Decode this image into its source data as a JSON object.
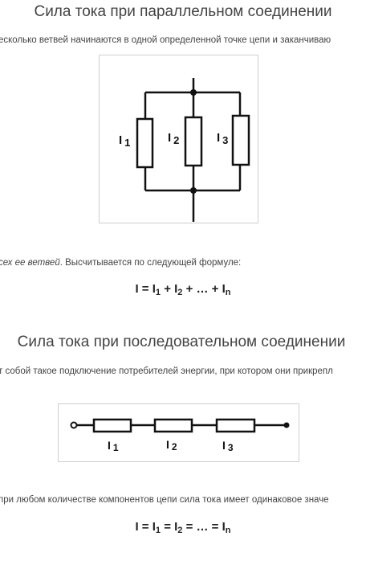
{
  "parallel": {
    "heading": "Сила тока при параллельном соединении",
    "intro": "есколько ветвей начинаются в одной определенной точке цепи и заканчиваю",
    "labels": {
      "i1_main": "I",
      "i1_sub": "1",
      "i2_main": "I",
      "i2_sub": "2",
      "i3_main": "I",
      "i3_sub": "3"
    },
    "text_italic": "сех ее ветвей",
    "text_rest": ". Высчитывается по следующей формуле:",
    "formula": {
      "a": "I = I",
      "s1": "1",
      "b": " + I",
      "s2": "2",
      "c": " + … + I",
      "sn": "n"
    }
  },
  "series": {
    "heading": "Сила тока при последовательном соединении",
    "intro": "т собой такое подключение потребителей энергии, при котором они прикрепл",
    "labels": {
      "i1_main": "I",
      "i1_sub": "1",
      "i2_main": "I",
      "i2_sub": "2",
      "i3_main": "I",
      "i3_sub": "3"
    },
    "text": "при любом количестве компонентов цепи сила тока имеет одинаковое значе",
    "formula": {
      "a": "I = I",
      "s1": "1",
      "b": " = I",
      "s2": "2",
      "c": " = … = I",
      "sn": "n"
    }
  },
  "colors": {
    "wire": "#111111",
    "border": "#cfcfcf",
    "text": "#444444"
  }
}
